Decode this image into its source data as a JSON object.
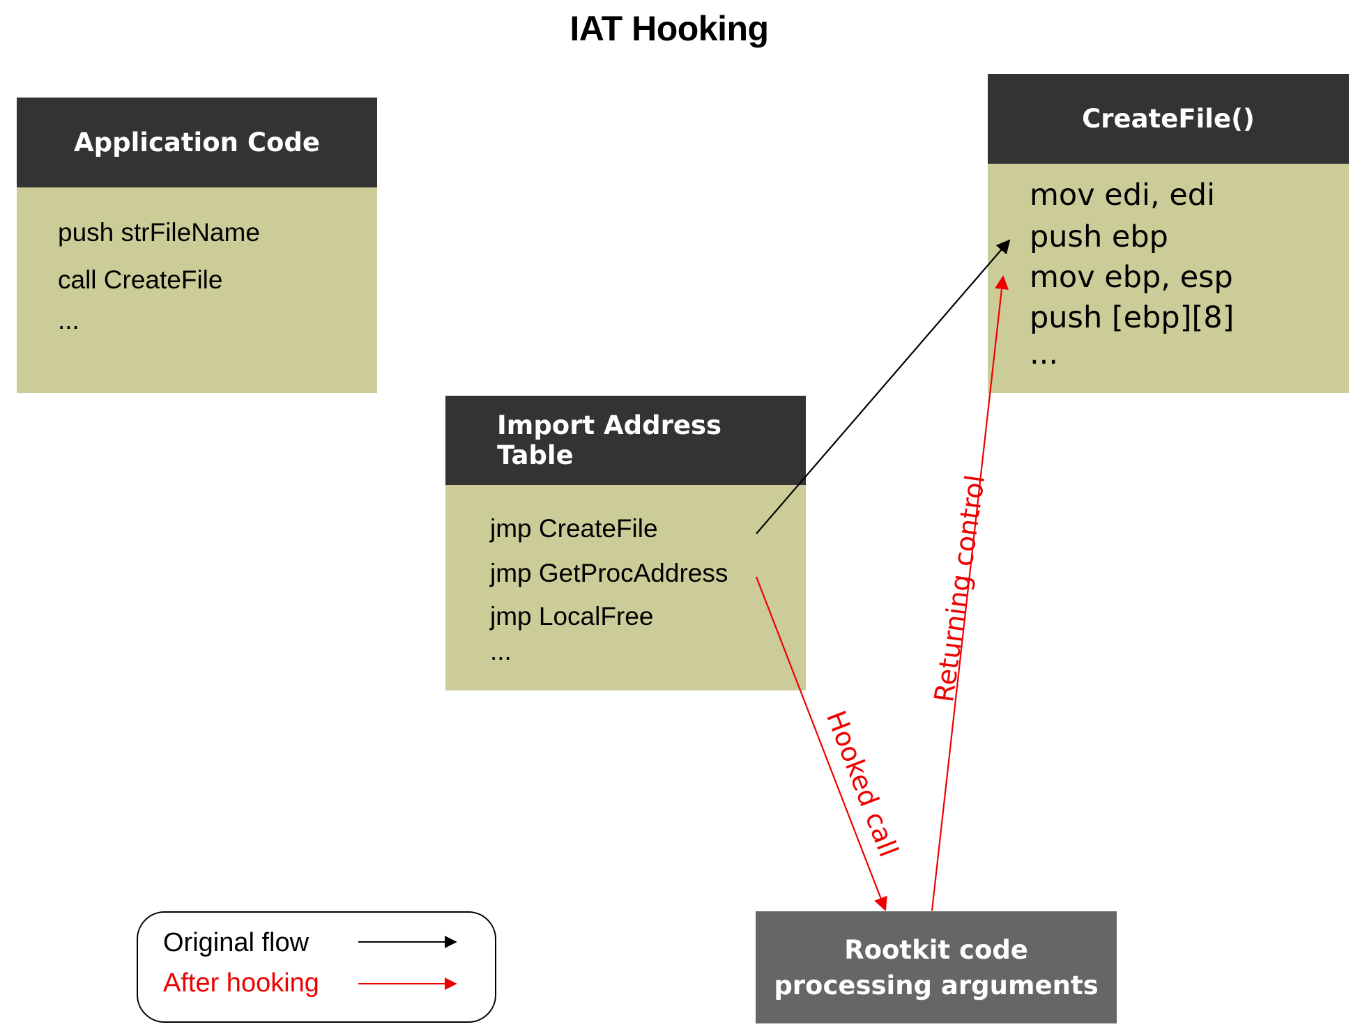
{
  "title": "IAT Hooking",
  "application_code": {
    "header": "Application Code",
    "lines": [
      "push strFileName",
      "call CreateFile",
      "..."
    ]
  },
  "import_address_table": {
    "header": "Import Address Table",
    "lines": [
      "jmp CreateFile",
      "jmp GetProcAddress",
      "jmp LocalFree",
      "..."
    ]
  },
  "create_file": {
    "header": "CreateFile()",
    "lines": [
      "mov edi, edi",
      "push ebp",
      "mov ebp, esp",
      "push [ebp][8]",
      "..."
    ]
  },
  "rootkit": {
    "line1": "Rootkit code",
    "line2": "processing arguments"
  },
  "arrow_labels": {
    "hooked_call": "Hooked call",
    "returning_control": "Returning control"
  },
  "legend": {
    "original_flow": "Original flow",
    "after_hooking": "After hooking"
  },
  "colors": {
    "header_dark": "#333333",
    "body_khaki": "#cccc99",
    "rootkit_gray": "#666666",
    "original_arrow": "#000000",
    "hook_arrow": "#ee0000"
  }
}
